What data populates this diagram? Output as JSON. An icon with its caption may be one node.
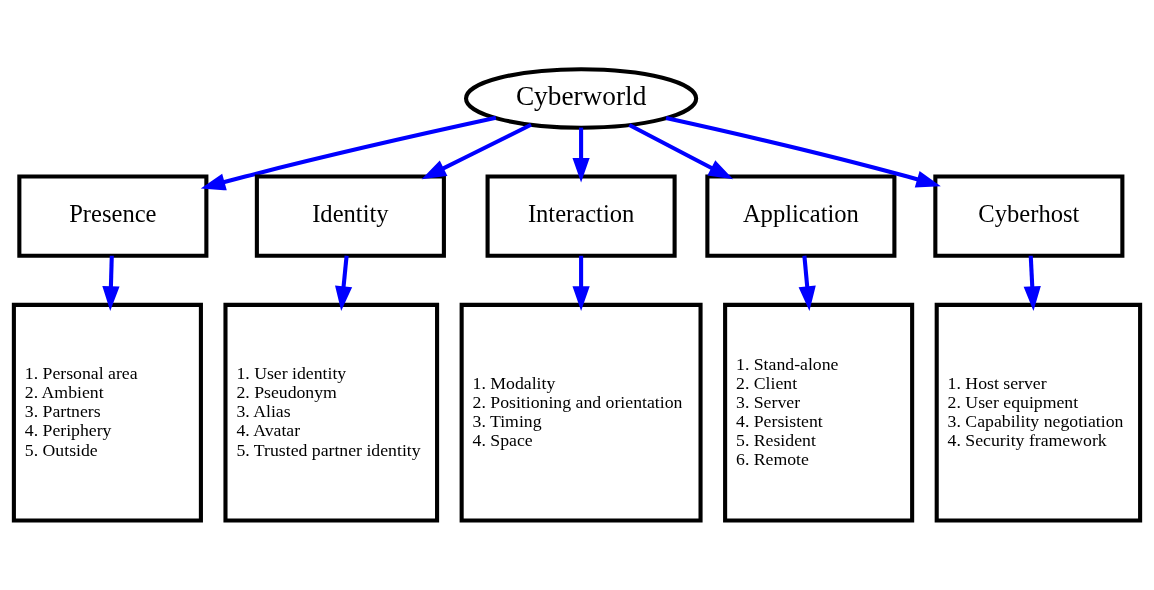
{
  "diagram": {
    "nodes": [
      {
        "text": [
          "Cyberworld"
        ]
      },
      {
        "text": [
          "Presence"
        ]
      },
      {
        "text": [
          "Identity"
        ]
      },
      {
        "text": [
          "Interaction"
        ]
      },
      {
        "text": [
          "Application"
        ]
      },
      {
        "text": [
          "Cyberhost"
        ]
      },
      {
        "text": [
          "1. Personal area",
          "2. Ambient",
          "3. Partners",
          "4. Periphery",
          "5. Outside"
        ]
      },
      {
        "text": [
          "1. User identity",
          "2. Pseudonym",
          "3. Alias",
          "4. Avatar",
          "5. Trusted partner identity"
        ]
      },
      {
        "text": [
          "1. Modality",
          "2. Positioning and orientation",
          "3. Timing",
          "4. Space"
        ]
      },
      {
        "text": [
          "1. Stand-alone",
          "2. Client",
          "3. Server",
          "4. Persistent",
          "5. Resident",
          "6. Remote"
        ]
      },
      {
        "text": [
          "1. Host server",
          "2. User equipment",
          "3. Capability negotiation",
          "4. Security framework"
        ]
      }
    ],
    "edges": [
      {
        "from": 0,
        "to": 1,
        "arrow": "to"
      },
      {
        "from": 0,
        "to": 2,
        "arrow": "to"
      },
      {
        "from": 0,
        "to": 3,
        "arrow": "to"
      },
      {
        "from": 0,
        "to": 4,
        "arrow": "to"
      },
      {
        "from": 0,
        "to": 5,
        "arrow": "to"
      },
      {
        "from": 1,
        "to": 6,
        "arrow": "to"
      },
      {
        "from": 2,
        "to": 7,
        "arrow": "to"
      },
      {
        "from": 3,
        "to": 8,
        "arrow": "to"
      },
      {
        "from": 4,
        "to": 9,
        "arrow": "to"
      },
      {
        "from": 5,
        "to": 10,
        "arrow": "to"
      }
    ]
  }
}
